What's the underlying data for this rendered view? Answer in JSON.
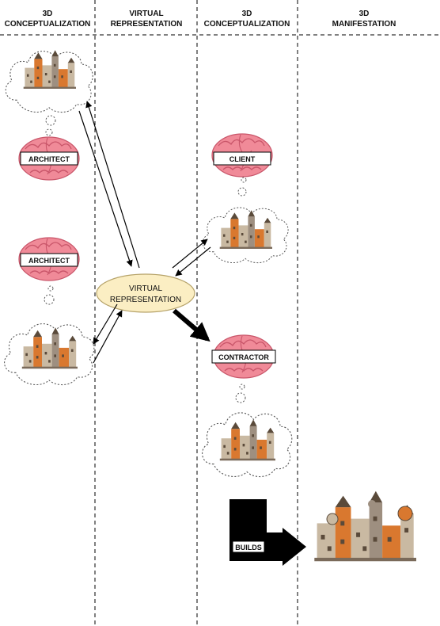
{
  "headers": [
    {
      "line1": "3D",
      "line2": "CONCEPTUALIZATION"
    },
    {
      "line1": "VIRTUAL",
      "line2": "REPRESENTATION"
    },
    {
      "line1": "3D",
      "line2": "CONCEPTUALIZATION"
    },
    {
      "line1": "3D",
      "line2": "MANIFESTATION"
    }
  ],
  "brains": {
    "architect1": "ARCHITECT",
    "architect2": "ARCHITECT",
    "client": "CLIENT",
    "contractor": "CONTRACTOR"
  },
  "virtual": {
    "line1": "VIRTUAL",
    "line2": "REPRESENTATION"
  },
  "builds_label": "BUILDS",
  "colors": {
    "brain": "#f08a98",
    "brain_dark": "#c9566a",
    "ellipse_fill": "#fbeec3",
    "ellipse_stroke": "#b6a36a",
    "building_orange": "#d9782f",
    "building_stone": "#c9b9a2",
    "building_dark": "#5a4a3a"
  }
}
